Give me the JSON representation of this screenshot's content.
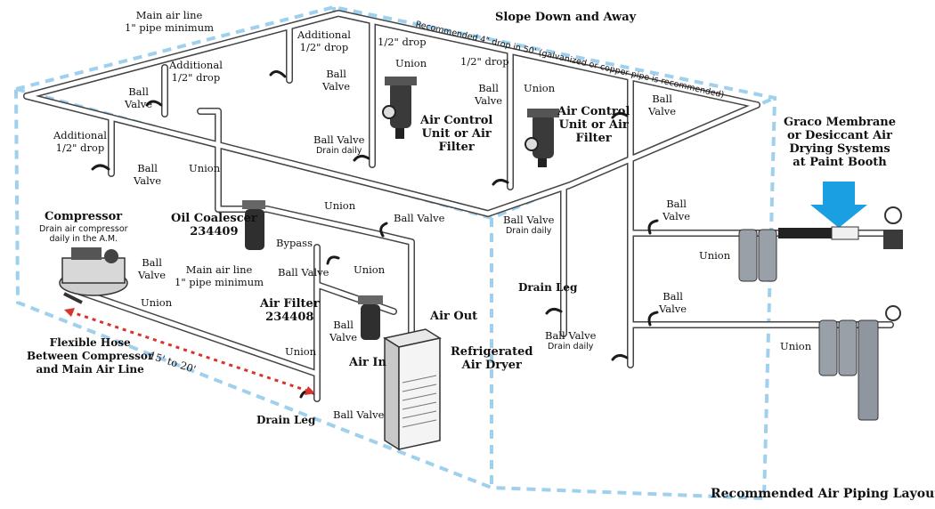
{
  "colors": {
    "pipe_fill": "#ffffff",
    "pipe_edge": "#444444",
    "room_outline": "#9fd0ee",
    "distance_arrow": "#d9342b",
    "graco_arrow": "#1aa0e2",
    "equipment": "#2a2a2a"
  },
  "labels": {
    "main_air_line_top": [
      "Main air line",
      "1\" pipe minimum"
    ],
    "slope_title": "Slope Down and Away",
    "slope_note": [
      "Recommended 4\" drop in 50' (galvanized or copper pipe is recommended)"
    ],
    "additional_drop_left": [
      "Additional",
      "1/2\" drop"
    ],
    "additional_drop_mid": [
      "Additional",
      "1/2\" drop"
    ],
    "additional_drop_far_left": [
      "Additional",
      "1/2\" drop"
    ],
    "half_drop_1": "1/2\" drop",
    "half_drop_2": "1/2\" drop",
    "ball_valve_a": [
      "Ball",
      "Valve"
    ],
    "ball_valve_b": [
      "Ball",
      "Valve"
    ],
    "ball_valve_c": [
      "Ball",
      "Valve"
    ],
    "ball_valve_d": [
      "Ball",
      "Valve"
    ],
    "ball_valve_e": [
      "Ball",
      "Valve"
    ],
    "ball_valve_f": [
      "Ball",
      "Valve"
    ],
    "ball_valve_g": [
      "Ball",
      "Valve"
    ],
    "ball_valve_h": [
      "Ball",
      "Valve"
    ],
    "ball_valve_i": [
      "Ball",
      "Valve"
    ],
    "ball_valve_drain_1": [
      "Ball Valve",
      "Drain daily"
    ],
    "ball_valve_drain_2": [
      "Ball Valve",
      "Drain daily"
    ],
    "ball_valve_drain_3": [
      "Ball Valve",
      "Drain daily"
    ],
    "ball_valve_right_of_coalescer": "Ball Valve",
    "ball_valve_bypass": "Ball Valve",
    "ball_valve_drain_leg": "Ball Valve",
    "union_1": "Union",
    "union_2": "Union",
    "union_3": "Union",
    "union_4": "Union",
    "union_5": "Union",
    "union_6": "Union",
    "union_7": "Union",
    "union_8": "Union",
    "union_9": "Union",
    "air_control_1": [
      "Air Control",
      "Unit or Air",
      "Filter"
    ],
    "air_control_2": [
      "Air Control",
      "Unit or Air",
      "Filter"
    ],
    "oil_coalescer": [
      "Oil Coalescer",
      "234409"
    ],
    "bypass": "Bypass",
    "air_filter": [
      "Air Filter",
      "234408"
    ],
    "air_out": "Air Out",
    "air_in": "Air In",
    "refrigerated_dryer": [
      "Refrigerated",
      "Air Dryer"
    ],
    "compressor_title": "Compressor",
    "compressor_note": [
      "Drain air compressor",
      "daily in the A.M."
    ],
    "main_air_line_bottom": [
      "Main air line",
      "1\" pipe minimum"
    ],
    "flexible_hose": [
      "Flexible Hose",
      "Between Compressor",
      "and Main Air Line"
    ],
    "distance": "15' to 20'",
    "drain_leg_left": "Drain Leg",
    "drain_leg_right": "Drain Leg",
    "graco_membrane": [
      "Graco Membrane",
      "or Desiccant Air",
      "Drying Systems",
      "at Paint Booth"
    ],
    "figure_caption": "Recommended Air Piping Layout"
  }
}
